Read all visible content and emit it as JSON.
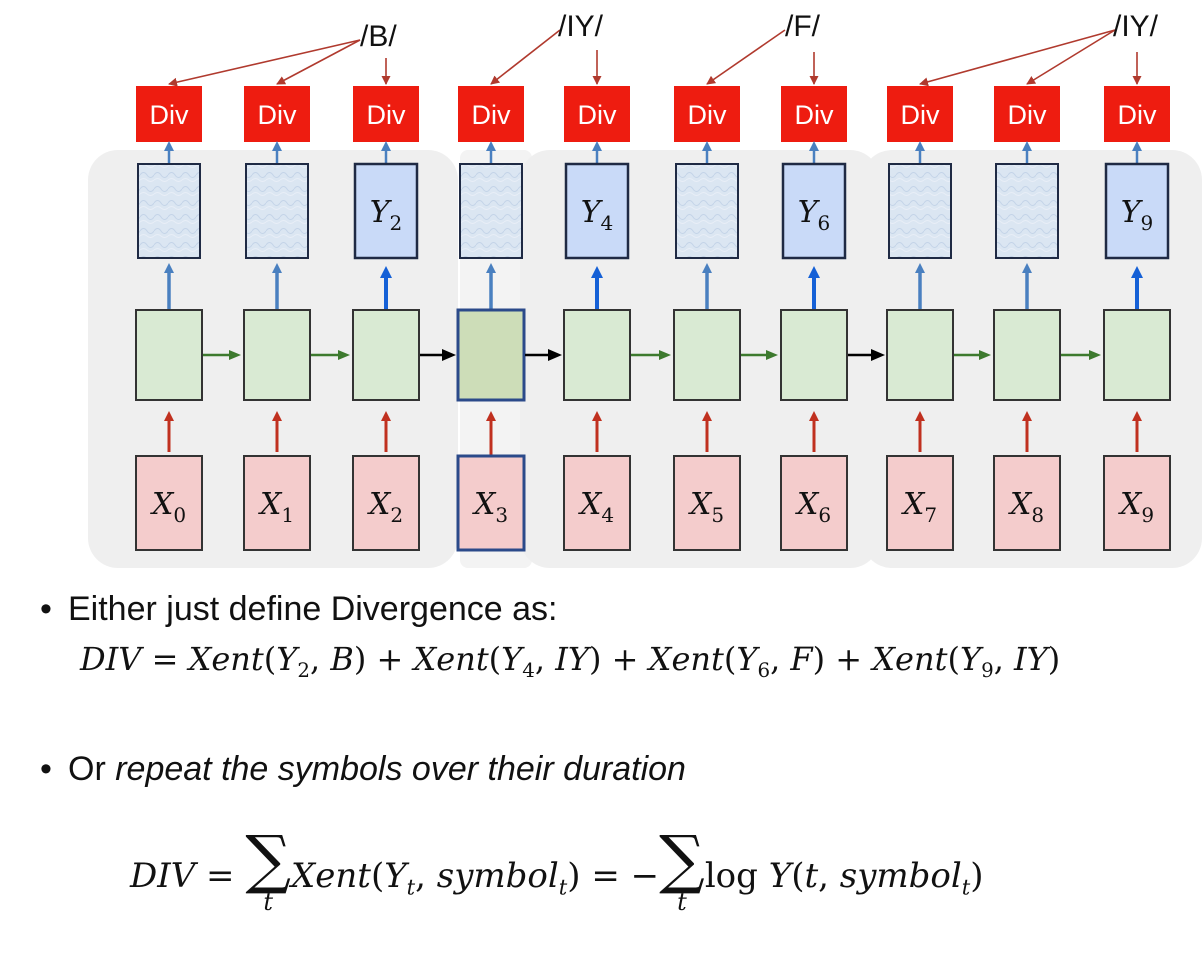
{
  "diagram": {
    "divergence_label": "Div",
    "phoneme_labels": [
      "/B/",
      "/IY/",
      "/F/",
      "/IY/"
    ],
    "output_labels": {
      "2": [
        "Y",
        "2"
      ],
      "4": [
        "Y",
        "4"
      ],
      "6": [
        "Y",
        "6"
      ],
      "9": [
        "Y",
        "9"
      ]
    },
    "inputs": [
      [
        "X",
        "0"
      ],
      [
        "X",
        "1"
      ],
      [
        "X",
        "2"
      ],
      [
        "X",
        "3"
      ],
      [
        "X",
        "4"
      ],
      [
        "X",
        "5"
      ],
      [
        "X",
        "6"
      ],
      [
        "X",
        "7"
      ],
      [
        "X",
        "8"
      ],
      [
        "X",
        "9"
      ]
    ],
    "colors": {
      "div_fill": "#ee1c10",
      "red_arrow": "#c0301f",
      "blue_arrow": "#4a80c0",
      "bright_blue_arrow": "#1560d6",
      "green_arrow": "#3d7a2e",
      "hidden_fill": "#d9ead3",
      "hidden_fill_highlight": "#cdddb8",
      "input_fill": "#f4cccc",
      "output_fill": "#c9daf8",
      "background_group": "#efefef"
    }
  },
  "text": {
    "bullet1": "Either just define Divergence as:",
    "eq1": {
      "lhs": "DIV",
      "terms": [
        {
          "fn": "Xent",
          "y": "Y",
          "sub": "2",
          "sym": "B"
        },
        {
          "fn": "Xent",
          "y": "Y",
          "sub": "4",
          "sym": "IY"
        },
        {
          "fn": "Xent",
          "y": "Y",
          "sub": "6",
          "sym": "F"
        },
        {
          "fn": "Xent",
          "y": "Y",
          "sub": "9",
          "sym": "IY"
        }
      ]
    },
    "bullet2_plain": "Or ",
    "bullet2_italic": "repeat the symbols over their duration",
    "eq2": {
      "lhs": "DIV",
      "sum_index": "t",
      "xent": "Xent",
      "y": "Y",
      "y_sub": "t",
      "symbol": "symbol",
      "symbol_sub": "t",
      "log": "log",
      "Yfn": "Y",
      "targ": "t"
    }
  }
}
